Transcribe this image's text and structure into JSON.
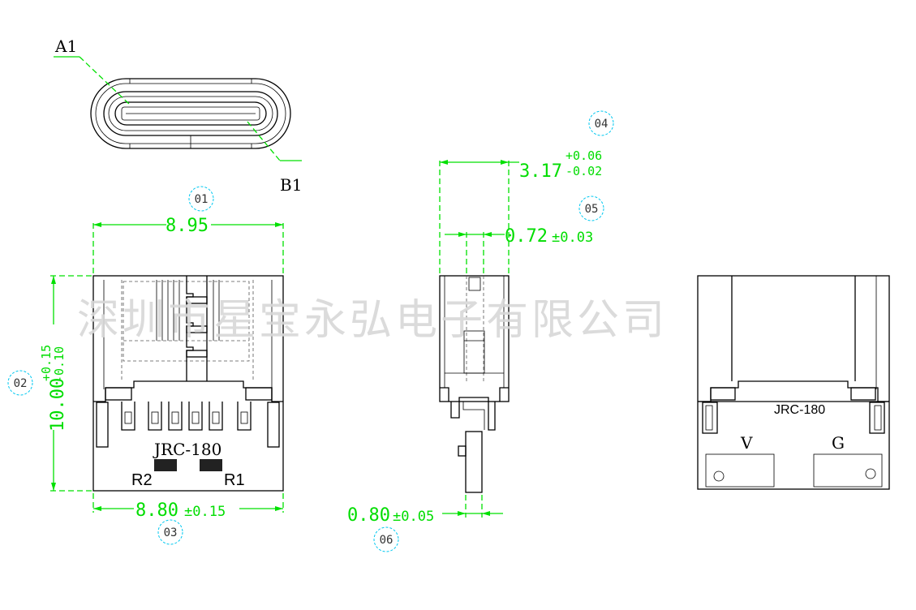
{
  "watermark": "深圳市星宝永弘电子有限公司",
  "pin_labels": {
    "a1": "A1",
    "b1": "B1"
  },
  "bubbles": {
    "b01": "01",
    "b02": "02",
    "b03": "03",
    "b04": "04",
    "b05": "05",
    "b06": "06"
  },
  "dimensions": {
    "width_top": "8.95",
    "width_bottom_main": "8.80",
    "width_bottom_tol": "±0.15",
    "height_main": "10.00",
    "height_tol_plus": "+0.15",
    "height_tol_minus": "-0.10",
    "thickness_main": "3.17",
    "thickness_tol_plus": "+0.06",
    "thickness_tol_minus": "-0.02",
    "lead_main": "0.72",
    "lead_tol": "±0.03",
    "pin_main": "0.80",
    "pin_tol": "±0.05"
  },
  "part_labels": {
    "model_front": "JRC-180",
    "model_back": "JRC-180",
    "r2": "R2",
    "r1": "R1",
    "v": "V",
    "g": "G"
  },
  "colors": {
    "dimension": "#00e000",
    "bubble": "#00c8f0",
    "outline": "#000000",
    "watermark": "#d8d8d8"
  }
}
